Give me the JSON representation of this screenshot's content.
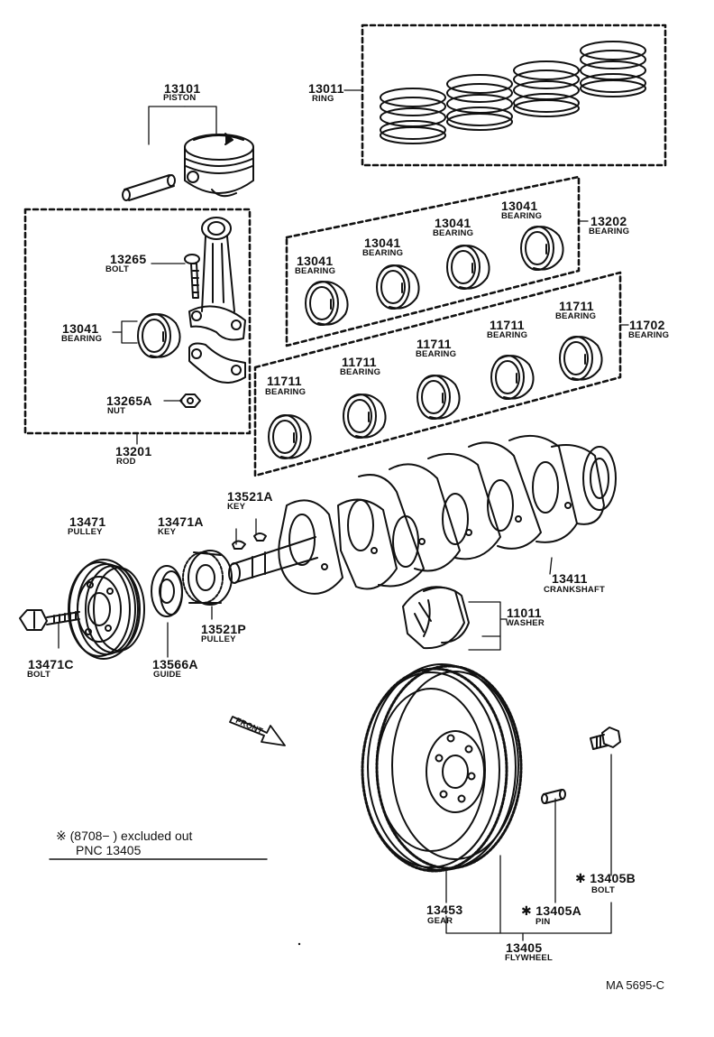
{
  "parts": {
    "ring": {
      "number": "13011",
      "name": "RING"
    },
    "piston": {
      "number": "13101",
      "name": "PISTON"
    },
    "bearing_set_upper": {
      "number": "13202",
      "name": "BEARING"
    },
    "bearing_13041_a": {
      "number": "13041",
      "name": "BEARING"
    },
    "bearing_13041_b": {
      "number": "13041",
      "name": "BEARING"
    },
    "bearing_13041_c": {
      "number": "13041",
      "name": "BEARING"
    },
    "bearing_13041_d": {
      "number": "13041",
      "name": "BEARING"
    },
    "bolt_13265": {
      "number": "13265",
      "name": "BOLT"
    },
    "bearing_13041_rod": {
      "number": "13041",
      "name": "BEARING"
    },
    "nut": {
      "number": "13265A",
      "name": "NUT"
    },
    "rod": {
      "number": "13201",
      "name": "ROD"
    },
    "bearing_set_main": {
      "number": "11702",
      "name": "BEARING"
    },
    "bearing_11711_a": {
      "number": "11711",
      "name": "BEARING"
    },
    "bearing_11711_b": {
      "number": "11711",
      "name": "BEARING"
    },
    "bearing_11711_c": {
      "number": "11711",
      "name": "BEARING"
    },
    "bearing_11711_d": {
      "number": "11711",
      "name": "BEARING"
    },
    "bearing_11711_e": {
      "number": "11711",
      "name": "BEARING"
    },
    "key_13521a": {
      "number": "13521A",
      "name": "KEY"
    },
    "pulley_13471": {
      "number": "13471",
      "name": "PULLEY"
    },
    "key_13471a": {
      "number": "13471A",
      "name": "KEY"
    },
    "crankshaft": {
      "number": "13411",
      "name": "CRANKSHAFT"
    },
    "washer": {
      "number": "11011",
      "name": "WASHER"
    },
    "bolt_13471c": {
      "number": "13471C",
      "name": "BOLT"
    },
    "guide": {
      "number": "13566A",
      "name": "GUIDE"
    },
    "pulley_13521p": {
      "number": "13521P",
      "name": "PULLEY"
    },
    "bolt_13405b": {
      "number": "13405B",
      "name": "BOLT"
    },
    "gear": {
      "number": "13453",
      "name": "GEAR"
    },
    "pin": {
      "number": "13405A",
      "name": "PIN"
    },
    "flywheel": {
      "number": "13405",
      "name": "FLYWHEEL"
    }
  },
  "asterisk_marks": {
    "bolt": "✱",
    "pin": "✱"
  },
  "front_label": "FRONT",
  "note": {
    "line1": "※ (8708−        ) excluded out",
    "line2": "PNC 13405"
  },
  "diagram_id": "MA 5695-C"
}
